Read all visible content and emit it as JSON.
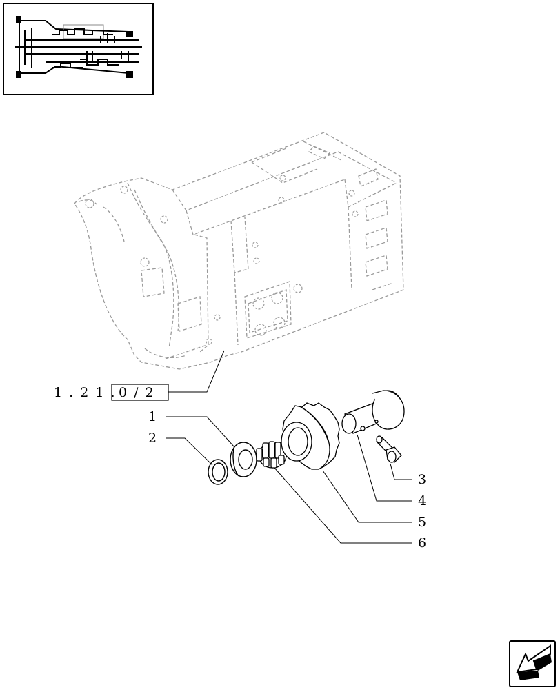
{
  "diagram": {
    "reference": {
      "prefix": "1 . 2 1 .",
      "boxed": "0 / 2"
    },
    "callouts": [
      {
        "id": "1",
        "text": "1"
      },
      {
        "id": "2",
        "text": "2"
      },
      {
        "id": "3",
        "text": "3"
      },
      {
        "id": "4",
        "text": "4"
      },
      {
        "id": "5",
        "text": "5"
      },
      {
        "id": "6",
        "text": "6"
      }
    ]
  },
  "icons": {
    "thumbnail": "transmission-section-thumbnail",
    "nav": "return-arrow-icon"
  }
}
